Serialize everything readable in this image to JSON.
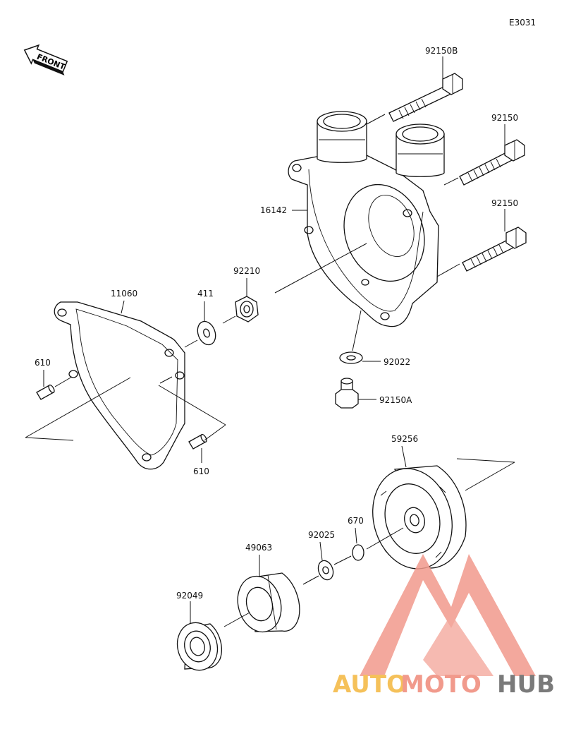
{
  "diagram_code": "E3031",
  "front_label": "FRONT",
  "watermark": {
    "part1": "AUTO",
    "part2": "MOTO",
    "part3": "HUB",
    "color1": "#f5c15a",
    "color2": "#f19a8c",
    "color3": "#7a7a7a"
  },
  "parts": {
    "bolt_92150B": "92150B",
    "bolt_92150_a": "92150",
    "bolt_92150_b": "92150",
    "cover_16142": "16142",
    "gasket_11060": "11060",
    "washer_411": "411",
    "nut_92210": "92210",
    "dowel_610_a": "610",
    "dowel_610_b": "610",
    "washer_92022": "92022",
    "bolt_92150A": "92150A",
    "impeller_59256": "59256",
    "oring_670": "670",
    "washer_92025": "92025",
    "seal_49063": "49063",
    "bearing_92049": "92049"
  }
}
